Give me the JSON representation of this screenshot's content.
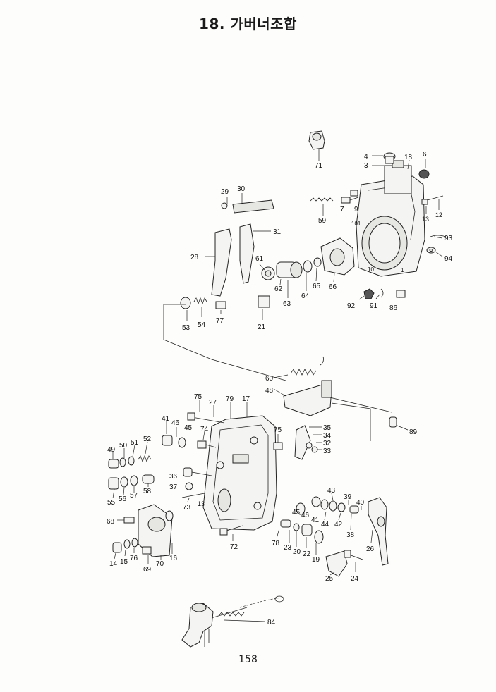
{
  "page": {
    "title": "18. 가버너조합",
    "page_number": "158"
  },
  "labels": [
    {
      "id": "p71",
      "text": "71"
    },
    {
      "id": "p4",
      "text": "4"
    },
    {
      "id": "p3",
      "text": "3"
    },
    {
      "id": "p18",
      "text": "18"
    },
    {
      "id": "p6",
      "text": "6"
    },
    {
      "id": "p29",
      "text": "29"
    },
    {
      "id": "p30",
      "text": "30"
    },
    {
      "id": "p7",
      "text": "7"
    },
    {
      "id": "p9",
      "text": "9"
    },
    {
      "id": "p59",
      "text": "59"
    },
    {
      "id": "p101",
      "text": "101"
    },
    {
      "id": "p13a",
      "text": "13"
    },
    {
      "id": "p12",
      "text": "12"
    },
    {
      "id": "p31",
      "text": "31"
    },
    {
      "id": "p93",
      "text": "93"
    },
    {
      "id": "p28",
      "text": "28"
    },
    {
      "id": "p61",
      "text": "61"
    },
    {
      "id": "p10",
      "text": "10"
    },
    {
      "id": "p1",
      "text": "1"
    },
    {
      "id": "p94",
      "text": "94"
    },
    {
      "id": "p62",
      "text": "62"
    },
    {
      "id": "p65",
      "text": "65"
    },
    {
      "id": "p66",
      "text": "66"
    },
    {
      "id": "p64",
      "text": "64"
    },
    {
      "id": "p63",
      "text": "63"
    },
    {
      "id": "p92",
      "text": "92"
    },
    {
      "id": "p91",
      "text": "91"
    },
    {
      "id": "p86",
      "text": "86"
    },
    {
      "id": "p53",
      "text": "53"
    },
    {
      "id": "p54",
      "text": "54"
    },
    {
      "id": "p77",
      "text": "77"
    },
    {
      "id": "p21",
      "text": "21"
    },
    {
      "id": "p60",
      "text": "60"
    },
    {
      "id": "p48",
      "text": "48"
    },
    {
      "id": "p75a",
      "text": "75"
    },
    {
      "id": "p27",
      "text": "27"
    },
    {
      "id": "p79",
      "text": "79"
    },
    {
      "id": "p17",
      "text": "17"
    },
    {
      "id": "p89",
      "text": "89"
    },
    {
      "id": "p41a",
      "text": "41"
    },
    {
      "id": "p46a",
      "text": "46"
    },
    {
      "id": "p45a",
      "text": "45"
    },
    {
      "id": "p74",
      "text": "74"
    },
    {
      "id": "p75b",
      "text": "75"
    },
    {
      "id": "p35",
      "text": "35"
    },
    {
      "id": "p34",
      "text": "34"
    },
    {
      "id": "p32",
      "text": "32"
    },
    {
      "id": "p33",
      "text": "33"
    },
    {
      "id": "p49",
      "text": "49"
    },
    {
      "id": "p50",
      "text": "50"
    },
    {
      "id": "p51",
      "text": "51"
    },
    {
      "id": "p52",
      "text": "52"
    },
    {
      "id": "p36",
      "text": "36"
    },
    {
      "id": "p37",
      "text": "37"
    },
    {
      "id": "p55",
      "text": "55"
    },
    {
      "id": "p56",
      "text": "56"
    },
    {
      "id": "p57",
      "text": "57"
    },
    {
      "id": "p58",
      "text": "58"
    },
    {
      "id": "p73",
      "text": "73"
    },
    {
      "id": "p13b",
      "text": "13"
    },
    {
      "id": "p43",
      "text": "43"
    },
    {
      "id": "p39",
      "text": "39"
    },
    {
      "id": "p40",
      "text": "40"
    },
    {
      "id": "p68",
      "text": "68"
    },
    {
      "id": "p45b",
      "text": "45"
    },
    {
      "id": "p46b",
      "text": "46"
    },
    {
      "id": "p41b",
      "text": "41"
    },
    {
      "id": "p44",
      "text": "44"
    },
    {
      "id": "p42",
      "text": "42"
    },
    {
      "id": "p38",
      "text": "38"
    },
    {
      "id": "p72",
      "text": "72"
    },
    {
      "id": "p78",
      "text": "78"
    },
    {
      "id": "p23",
      "text": "23"
    },
    {
      "id": "p20",
      "text": "20"
    },
    {
      "id": "p22",
      "text": "22"
    },
    {
      "id": "p26",
      "text": "26"
    },
    {
      "id": "p19",
      "text": "19"
    },
    {
      "id": "p14",
      "text": "14"
    },
    {
      "id": "p15",
      "text": "15"
    },
    {
      "id": "p76",
      "text": "76"
    },
    {
      "id": "p70",
      "text": "70"
    },
    {
      "id": "p16",
      "text": "16"
    },
    {
      "id": "p69",
      "text": "69"
    },
    {
      "id": "p25",
      "text": "25"
    },
    {
      "id": "p24",
      "text": "24"
    },
    {
      "id": "p84",
      "text": "84"
    }
  ]
}
